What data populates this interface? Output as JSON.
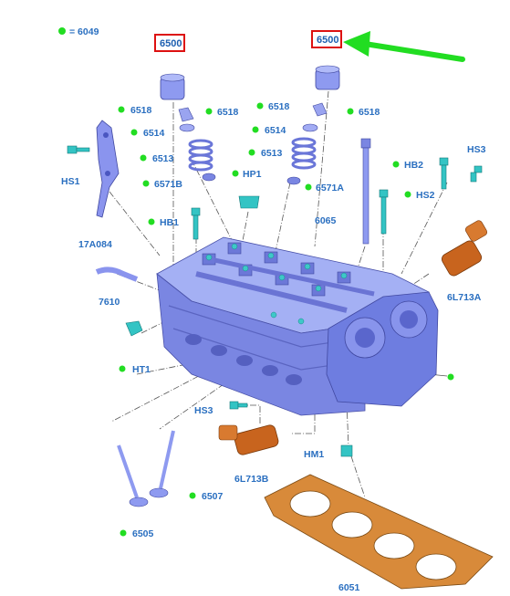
{
  "legend": {
    "dot_color": "#22dd22",
    "text": "= 6049"
  },
  "callouts": {
    "c6500a": "6500",
    "c6500b": "6500",
    "c6518a": "6518",
    "c6518b": "6518",
    "c6518c": "6518",
    "c6518d": "6518",
    "c6514a": "6514",
    "c6514b": "6514",
    "c6513a": "6513",
    "c6513b": "6513",
    "c6571b": "6571B",
    "c6571a": "6571A",
    "chp1": "HP1",
    "chb1": "HB1",
    "chb2": "HB2",
    "chs1": "HS1",
    "chs2": "HS2",
    "chs3a": "HS3",
    "chs3b": "HS3",
    "c6065": "6065",
    "c17a084": "17A084",
    "c7610": "7610",
    "cht1": "HT1",
    "c6l713a": "6L713A",
    "c6l713b": "6L713B",
    "chm1": "HM1",
    "c6507": "6507",
    "c6505": "6505",
    "c6051": "6051"
  },
  "colors": {
    "accent_green": "#22dd22",
    "highlight_box": "#dd1111",
    "label_blue": "#2a6fc0",
    "head_blue": "#8090e8",
    "gasket_orange": "#d88a3a",
    "actuator_orange": "#c8641e",
    "bolt_cyan": "#33c4c4"
  }
}
